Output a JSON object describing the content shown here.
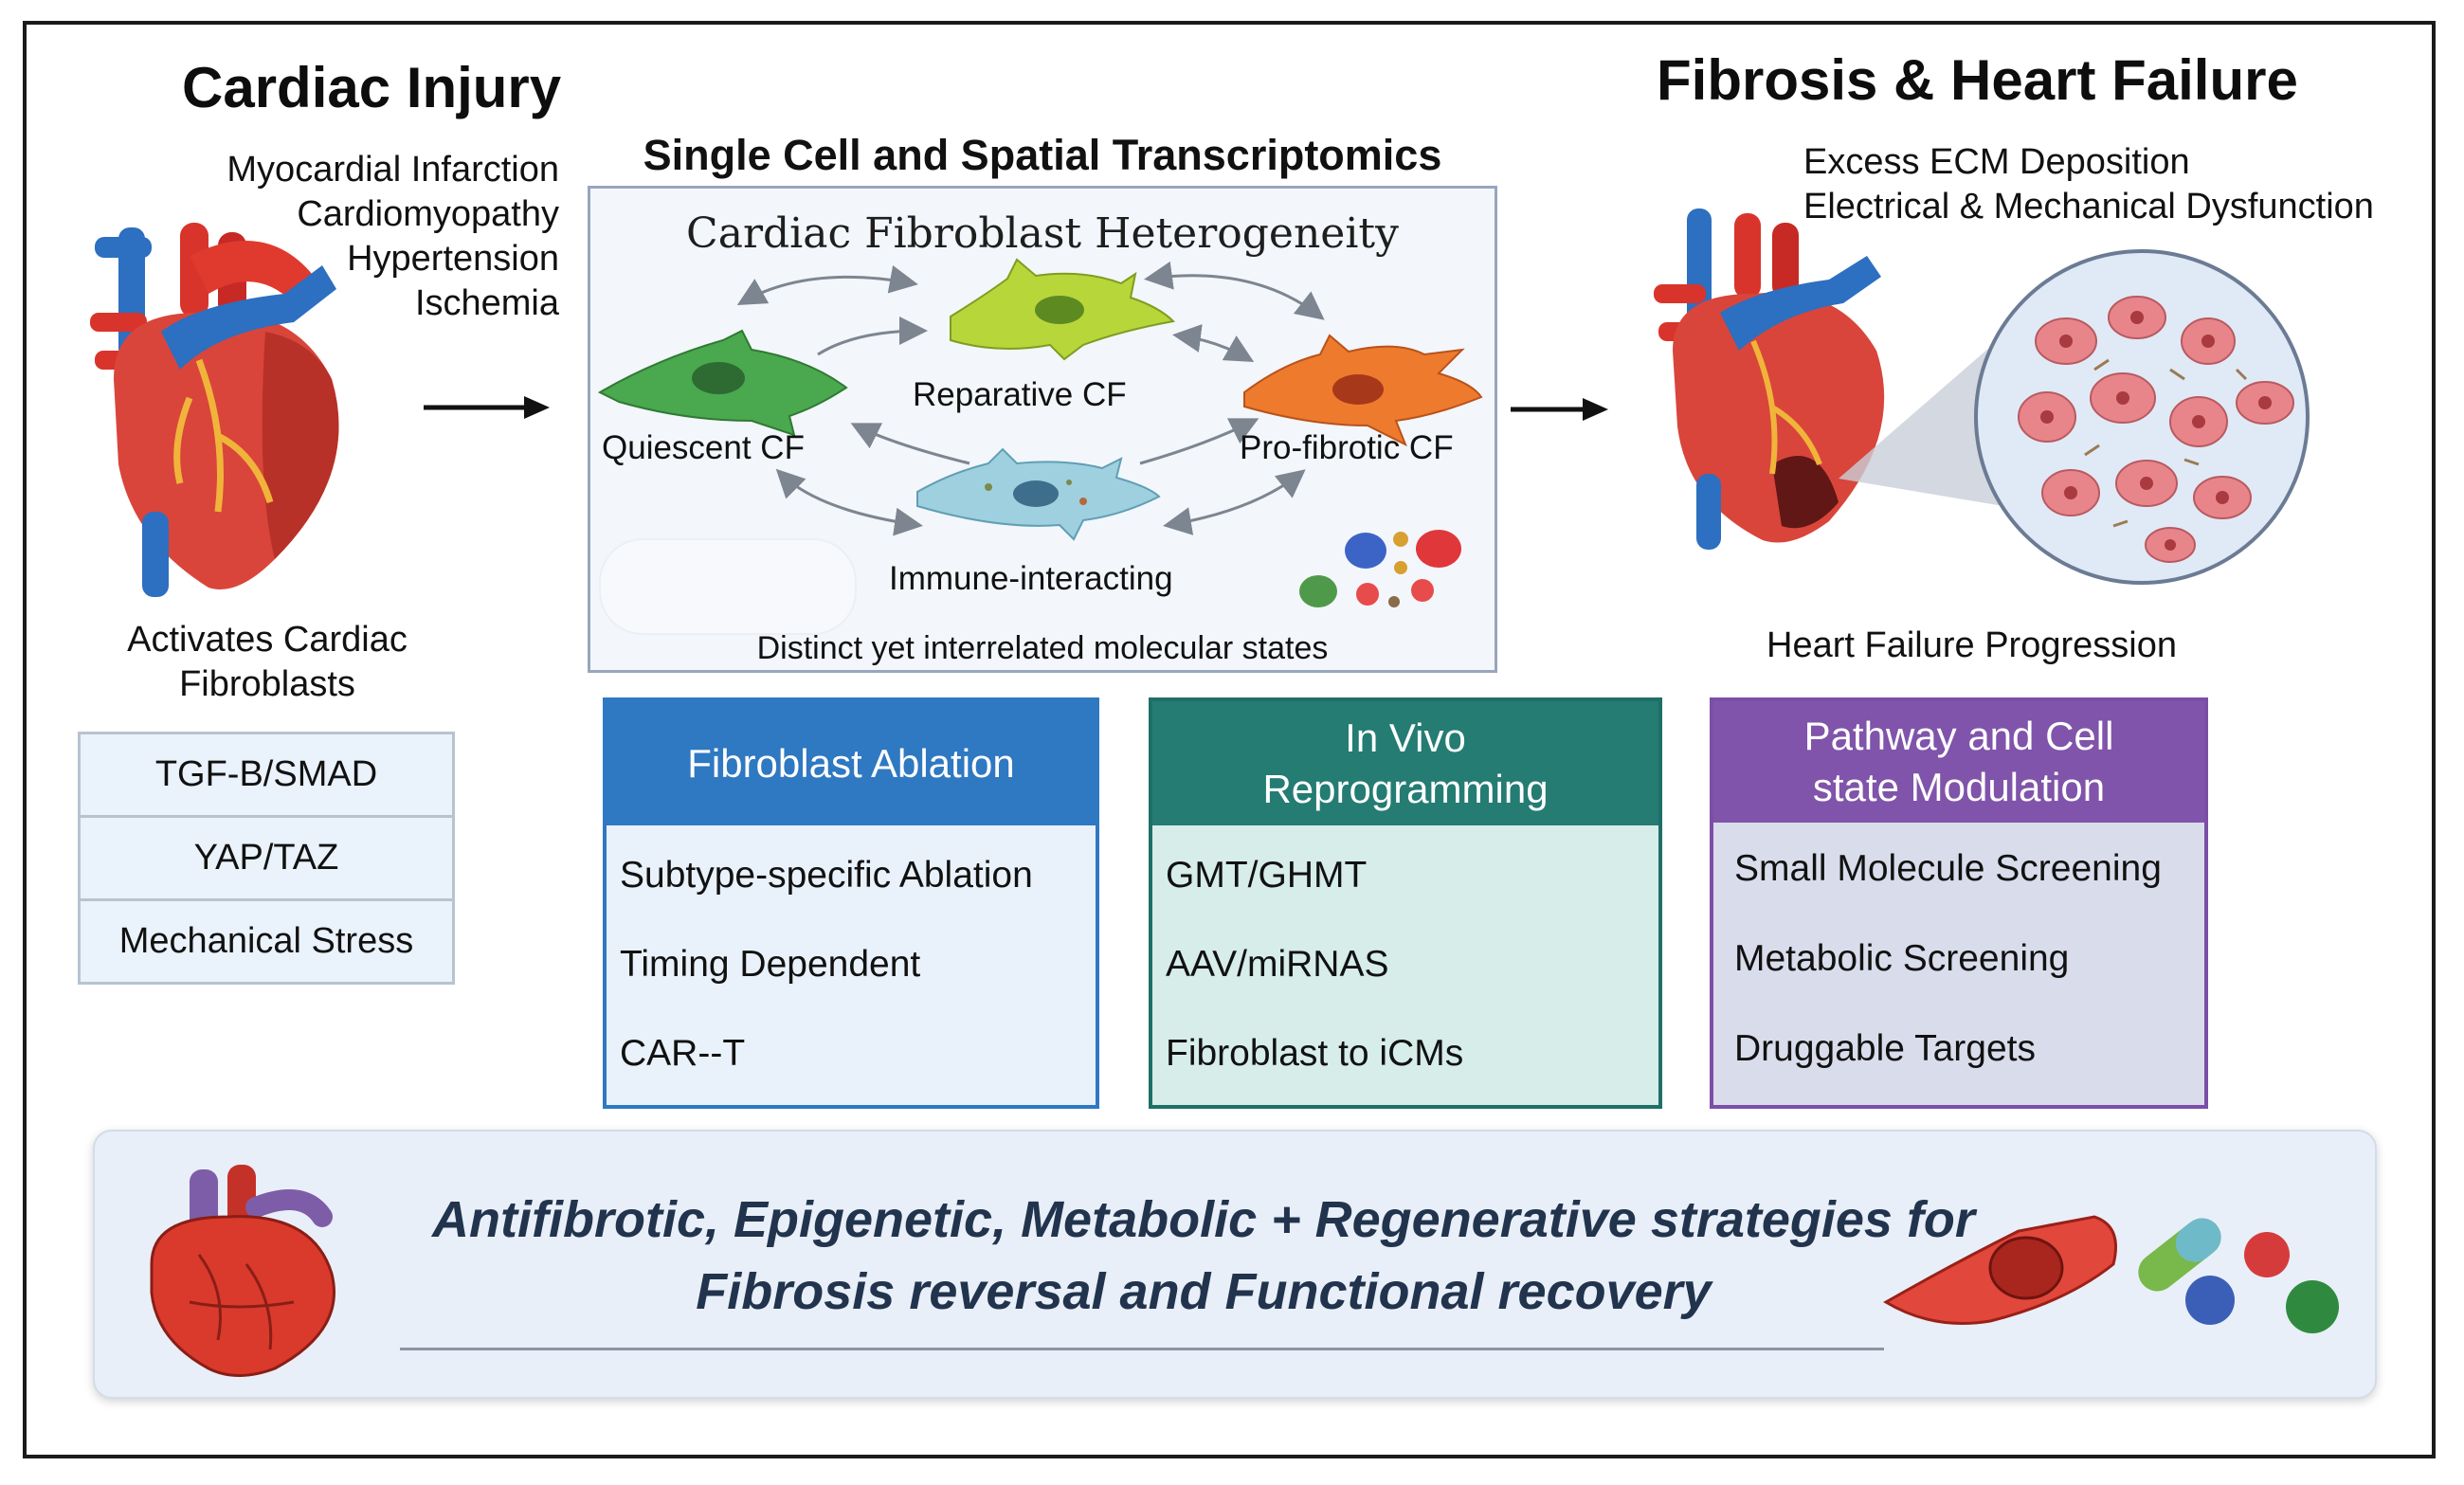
{
  "left": {
    "title": "Cardiac Injury",
    "causes": [
      "Myocardial Infarction",
      "Cardiomyopathy",
      "Hypertension",
      "Ischemia"
    ],
    "activates": [
      "Activates Cardiac",
      "Fibroblasts"
    ],
    "signals": [
      "TGF-B/SMAD",
      "YAP/TAZ",
      "Mechanical Stress"
    ]
  },
  "center": {
    "header": "Single Cell and Spatial Transcriptomics",
    "panel_title": "Cardiac Fibroblast Heterogeneity",
    "states": {
      "quiescent": "Quiescent CF",
      "reparative": "Reparative CF",
      "profibrotic": "Pro-fibrotic CF",
      "immune": "Immune-interacting"
    },
    "caption": "Distinct yet interrelated molecular states"
  },
  "right": {
    "title": "Fibrosis & Heart Failure",
    "effects": [
      "Excess ECM Deposition",
      "Electrical & Mechanical Dysfunction"
    ],
    "progression": "Heart Failure Progression"
  },
  "strategies": [
    {
      "title": "Fibroblast Ablation",
      "items": [
        "Subtype-specific Ablation",
        "Timing Dependent",
        "CAR--T"
      ],
      "head_color": "#2f78c2",
      "body_color": "#e9f1fa",
      "border_color": "#2f78c2"
    },
    {
      "title": "In Vivo Reprogramming",
      "title_lines": [
        "In Vivo",
        "Reprogramming"
      ],
      "items": [
        "GMT/GHMT",
        "AAV/miRNAS",
        "Fibroblast to iCMs"
      ],
      "head_color": "#247c73",
      "body_color": "#d6ede9",
      "border_color": "#1f6f66"
    },
    {
      "title": "Pathway and Cell state Modulation",
      "title_lines": [
        "Pathway and Cell",
        "state Modulation"
      ],
      "items": [
        "Small Molecule Screening",
        "Metabolic Screening",
        "Druggable Targets"
      ],
      "head_color": "#8054aa",
      "body_color": "#d9dceb",
      "border_color": "#7c4fa6"
    }
  ],
  "banner": {
    "line1": "Antifibrotic, Epigenetic, Metabolic + Regenerative strategies for",
    "line2": "Fibrosis reversal and Functional recovery"
  },
  "colors": {
    "ablation": "#2f78c2",
    "reprogramming": "#247c73",
    "modulation": "#8054aa",
    "banner_text": "#22344d"
  }
}
